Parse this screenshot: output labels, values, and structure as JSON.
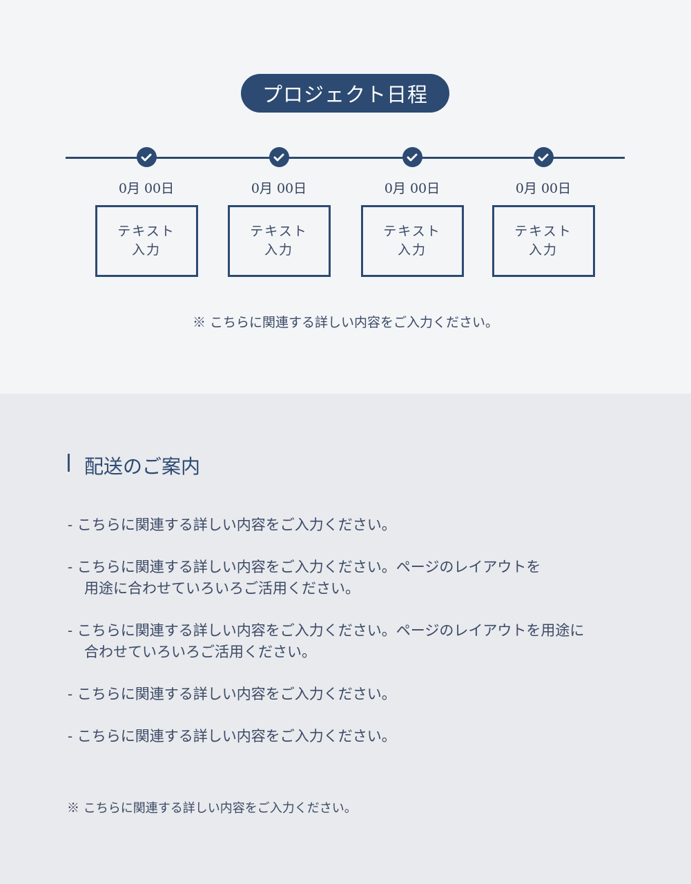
{
  "schedule": {
    "title": "プロジェクト日程",
    "steps": [
      {
        "date": "0月 00日",
        "line1": "テキスト",
        "line2": "入力"
      },
      {
        "date": "0月 00日",
        "line1": "テキスト",
        "line2": "入力"
      },
      {
        "date": "0月 00日",
        "line1": "テキスト",
        "line2": "入力"
      },
      {
        "date": "0月 00日",
        "line1": "テキスト",
        "line2": "入力"
      }
    ],
    "icon": "check-circle-icon",
    "note": "※ こちらに関連する詳しい内容をご入力ください。"
  },
  "delivery": {
    "heading": "配送のご案内",
    "items": [
      {
        "line1": "- こちらに関連する詳しい内容をご入力ください。",
        "line2": ""
      },
      {
        "line1": "- こちらに関連する詳しい内容をご入力ください。ページのレイアウトを",
        "line2": "用途に合わせていろいろご活用ください。"
      },
      {
        "line1": "- こちらに関連する詳しい内容をご入力ください。ページのレイアウトを用途に",
        "line2": "合わせていろいろご活用ください。"
      },
      {
        "line1": "- こちらに関連する詳しい内容をご入力ください。",
        "line2": ""
      },
      {
        "line1": "- こちらに関連する詳しい内容をご入力ください。",
        "line2": ""
      }
    ],
    "note": "※ こちらに関連する詳しい内容をご入力ください。"
  },
  "colors": {
    "accent": "#2c4a72",
    "text": "#3b4a66",
    "top_bg": "#f4f5f7",
    "bottom_bg": "#e9eaed"
  }
}
